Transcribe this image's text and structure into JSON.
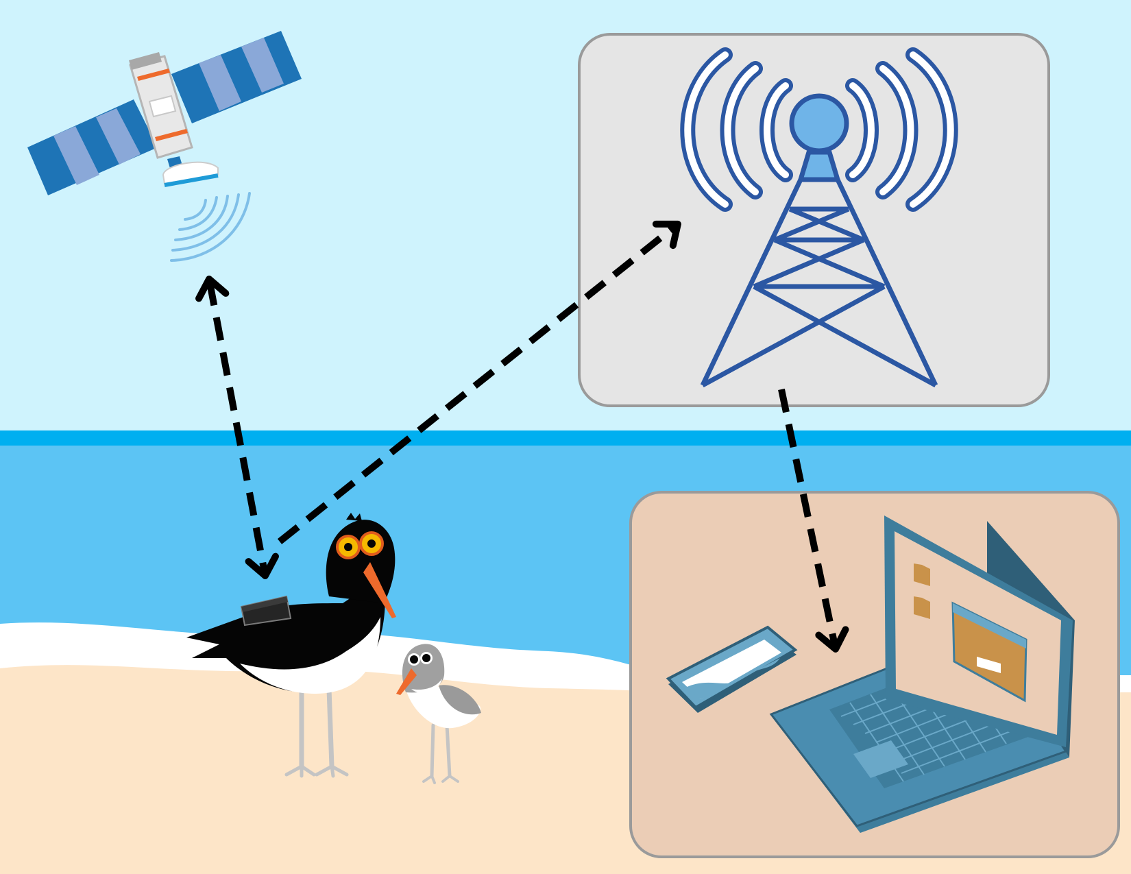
{
  "colors": {
    "sky": "#cff3fd",
    "horizon": "#00aff0",
    "sea": "#5cc4f4",
    "surf": "#ffffff",
    "sand": "#fde5c8",
    "tower_panel": "#e5e5e5",
    "devices_panel": "#ebcdb6",
    "panel_border": "#9a9a9a",
    "tower_blue": "#2b57a3",
    "tower_light": "#6fb4e8",
    "arrow": "#000000",
    "bird_black": "#050505",
    "beak_orange": "#ee6a2c",
    "eye_yellow": "#f5b800",
    "leg_grey": "#c4c4c4",
    "device_teal": "#3e7d9c",
    "device_light": "#6aa8c8",
    "folder_tan": "#c9924a"
  },
  "diagram": {
    "nodes": [
      {
        "id": "satellite",
        "icon": "satellite-icon"
      },
      {
        "id": "cell_tower",
        "icon": "cell-tower-icon"
      },
      {
        "id": "tagged_bird",
        "icon": "oystercatcher-with-gps-tag-icon"
      },
      {
        "id": "chick",
        "icon": "chick-icon"
      },
      {
        "id": "devices",
        "icon": "laptop-and-phone-icon"
      }
    ],
    "edges": [
      {
        "from": "satellite",
        "to": "tagged_bird",
        "style": "dashed",
        "direction": "both"
      },
      {
        "from": "tagged_bird",
        "to": "cell_tower",
        "style": "dashed",
        "direction": "to"
      },
      {
        "from": "cell_tower",
        "to": "devices",
        "style": "dashed",
        "direction": "to"
      }
    ]
  }
}
